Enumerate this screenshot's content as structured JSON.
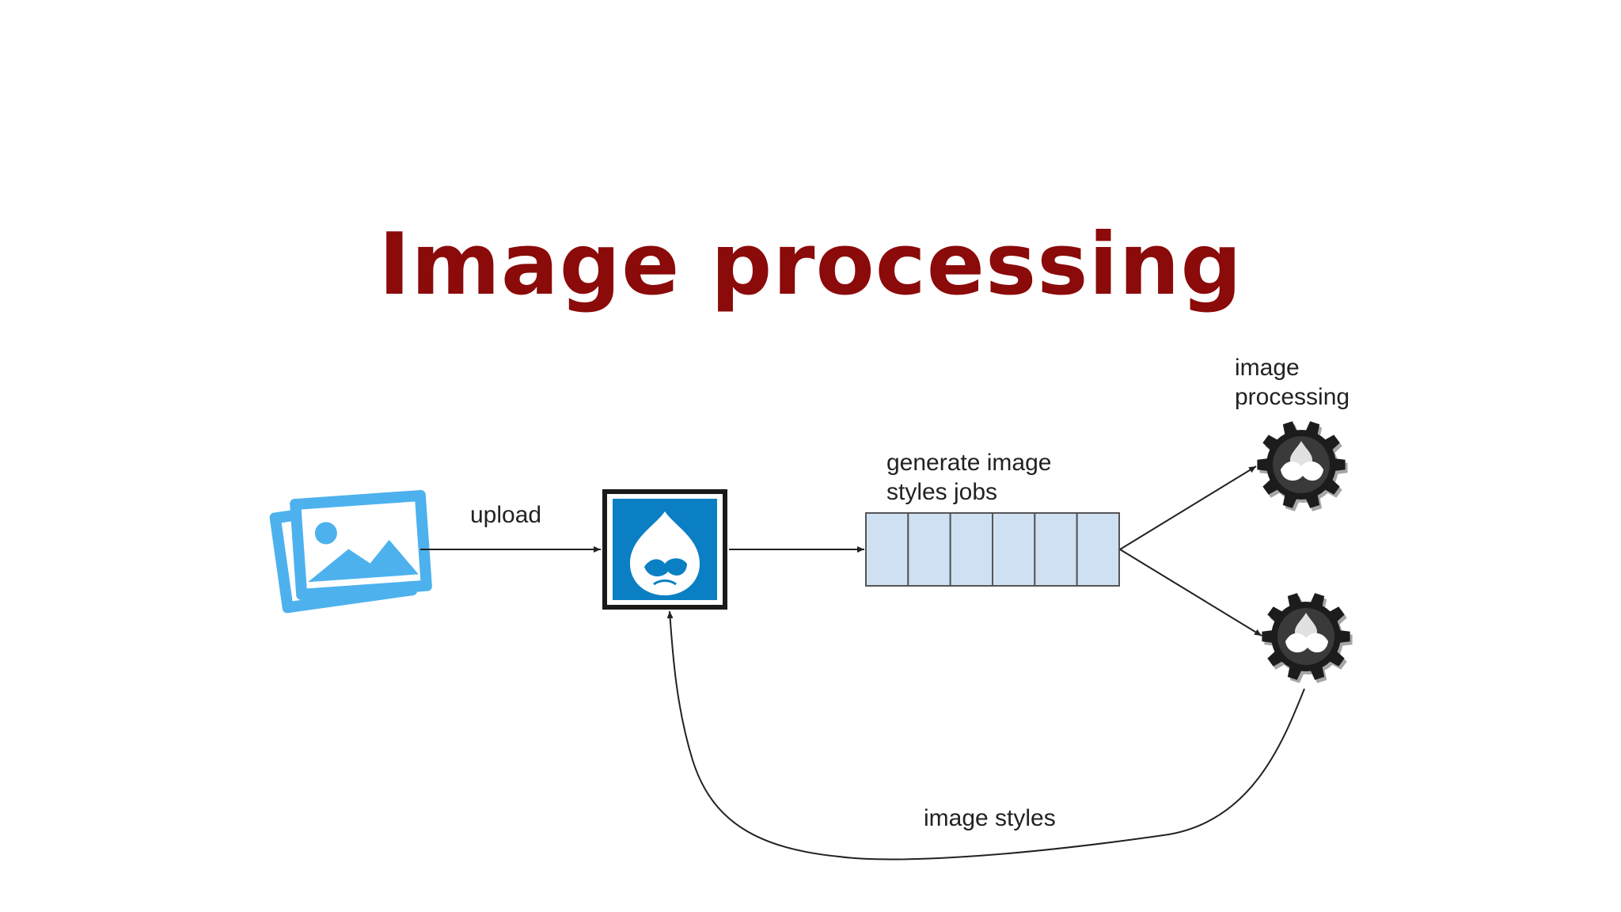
{
  "slide": {
    "title": "Image processing"
  },
  "diagram": {
    "labels": {
      "upload": "upload",
      "queue_line1": "generate image",
      "queue_line2": "styles jobs",
      "worker_line1": "image",
      "worker_line2": "processing",
      "return": "image styles"
    },
    "queue_slots": 6,
    "nodes": {
      "source": "images-icon",
      "cms": "drupal-drop-icon",
      "queue": "job-queue",
      "worker_1": "drupal-gear-icon",
      "worker_2": "drupal-gear-icon"
    }
  },
  "colors": {
    "title": "#8b0a0a",
    "drupal_blue": "#0b7fc4",
    "image_icon_blue": "#4db1ee",
    "queue_fill": "#cfe0f3",
    "queue_stroke": "#555555",
    "gear": "#1c1c1c"
  }
}
